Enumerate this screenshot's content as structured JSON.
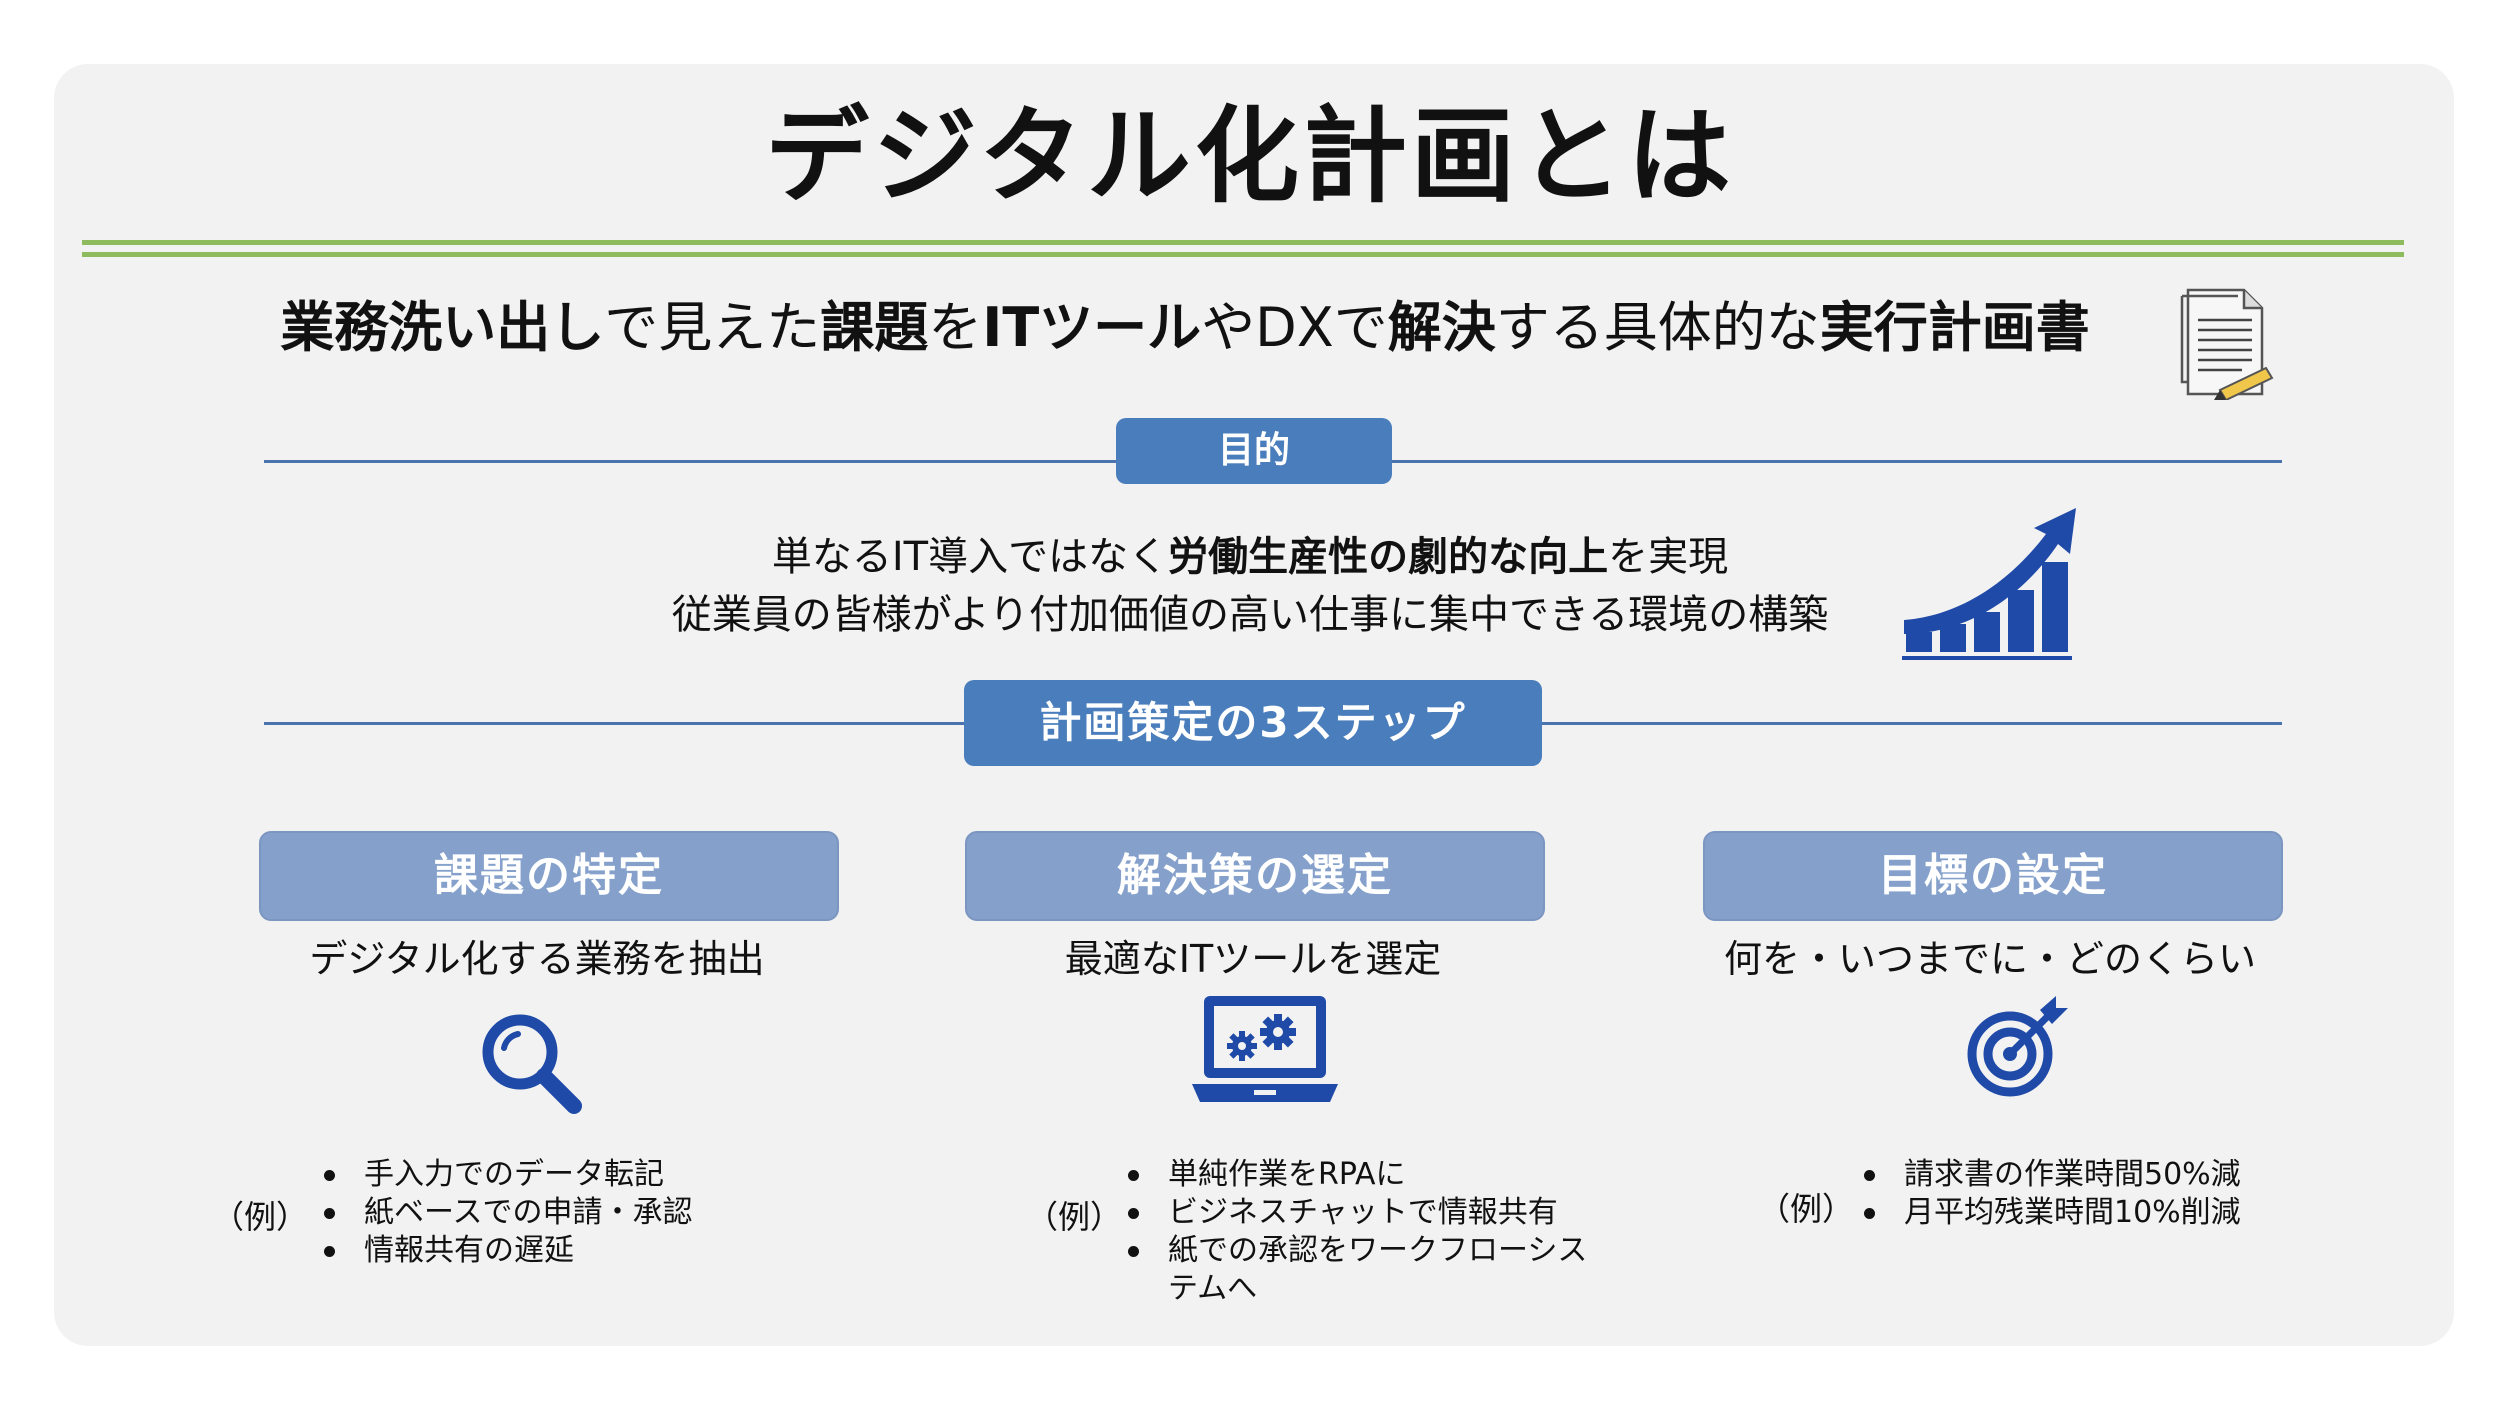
{
  "title": "デジタル化計画とは",
  "subtitle": [
    {
      "text": "業務洗い出し",
      "bold": true
    },
    {
      "text": "で見えた",
      "bold": false
    },
    {
      "text": "課題",
      "bold": true
    },
    {
      "text": "を",
      "bold": false
    },
    {
      "text": "ITツール",
      "bold": true
    },
    {
      "text": "や",
      "bold": false
    },
    {
      "text": "DX",
      "bold": false
    },
    {
      "text": "で",
      "bold": false
    },
    {
      "text": "解決",
      "bold": true
    },
    {
      "text": "する具体的な",
      "bold": false
    },
    {
      "text": "実行計画書",
      "bold": true
    }
  ],
  "purpose": {
    "label": "目的",
    "line1": [
      {
        "text": "単なるIT導入ではなく",
        "bold": false
      },
      {
        "text": "労働生産性の劇的な向上",
        "bold": true
      },
      {
        "text": "を実現",
        "bold": false
      }
    ],
    "line2": "従業員の皆様がより付加価値の高い仕事に集中できる環境の構築"
  },
  "steps_label": "計画策定の3ステップ",
  "steps": [
    {
      "title": "課題の特定",
      "desc": "デジタル化する業務を抽出",
      "icon": "magnifier-icon",
      "example_tag": "（例）",
      "examples": [
        "手入力でのデータ転記",
        "紙ベースでの申請・承認",
        "情報共有の遅延"
      ]
    },
    {
      "title": "解決策の選定",
      "desc": "最適なITツールを選定",
      "icon": "laptop-gears-icon",
      "example_tag": "（例）",
      "examples": [
        "単純作業をRPAに",
        "ビジネスチャットで情報共有",
        "紙での承認をワークフローシス テムへ"
      ]
    },
    {
      "title": "目標の設定",
      "desc": "何を・いつまでに・どのくらい",
      "icon": "target-icon",
      "example_tag": "（例）",
      "examples": [
        "請求書の作業時間50%減",
        "月平均残業時間10%削減"
      ]
    }
  ],
  "colors": {
    "accent_green": "#8dbb5e",
    "label_blue": "#4a7dbb",
    "step_blue": "#85a1cb",
    "icon_blue": "#1f4aa8"
  }
}
